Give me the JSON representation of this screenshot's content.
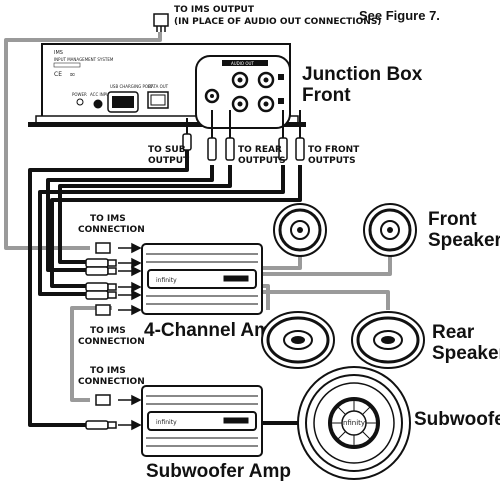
{
  "top_note": {
    "line1": "TO IMS OUTPUT",
    "line2": "(IN PLACE OF AUDIO OUT CONNECTIONS)",
    "figure_ref": "See Figure 7."
  },
  "ims_unit": {
    "brand": "IMS",
    "subtitle": "INPUT MANAGEMENT SYSTEM",
    "power_label": "POWER",
    "acc_label": "ACC INPUT",
    "usb_label": "USB CHARGING PORT",
    "data_label": "DATA OUT"
  },
  "junction_box": {
    "line1": "Junction Box",
    "line2": "Front",
    "panel_label": "AUDIO OUT"
  },
  "outputs": {
    "sub_line1": "TO SUB",
    "sub_line2": "OUTPUT",
    "rear_line1": "TO REAR",
    "rear_line2": "OUTPUTS",
    "front_line1": "TO FRONT",
    "front_line2": "OUTPUTS"
  },
  "ims_connections": {
    "first_line1": "TO IMS",
    "first_line2": "CONNECTION",
    "second_line1": "TO IMS",
    "second_line2": "CONNECTION",
    "third_line1": "TO IMS",
    "third_line2": "CONNECTION"
  },
  "amps": {
    "four_channel": "4-Channel Amp",
    "subwoofer": "Subwoofer Amp",
    "brand": "infinity"
  },
  "speakers": {
    "front_line1": "Front",
    "front_line2": "Speakers",
    "rear_line1": "Rear",
    "rear_line2": "Speakers",
    "subwoofer": "Subwoofer",
    "brand": "infinity"
  }
}
